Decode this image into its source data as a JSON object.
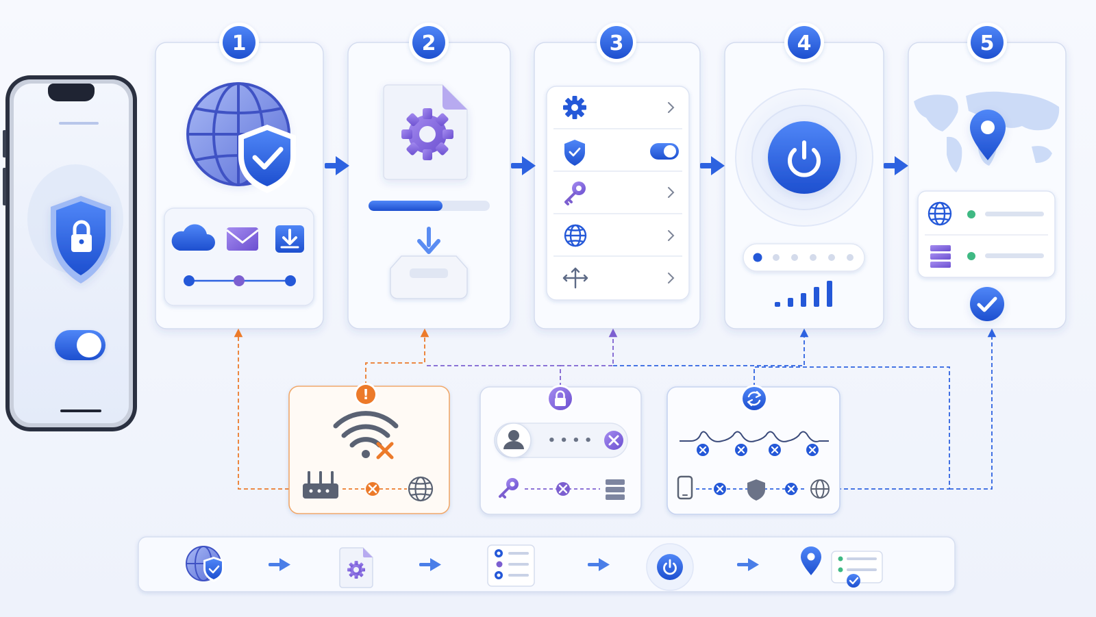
{
  "steps": [
    {
      "number": "1",
      "name": "secure-connection"
    },
    {
      "number": "2",
      "name": "install-profile"
    },
    {
      "number": "3",
      "name": "configure-settings"
    },
    {
      "number": "4",
      "name": "connect"
    },
    {
      "number": "5",
      "name": "location-verified"
    }
  ],
  "issue_badges": {
    "warning": "!"
  },
  "password_mask": "• • • •",
  "colors": {
    "primary_blue": "#2458d8",
    "accent_purple": "#7c5fd0",
    "warning_orange": "#ec7a2a",
    "success_green": "#3fb983",
    "arrow_blue": "#2d62e0"
  },
  "icons": [
    "phone-icon",
    "shield-lock-icon",
    "toggle-icon",
    "globe-shield-icon",
    "cloud-icon",
    "mail-icon",
    "download-icon",
    "document-gear-icon",
    "install-tray-icon",
    "gear-icon",
    "shield-check-icon",
    "key-icon",
    "globe-icon",
    "split-route-icon",
    "power-icon",
    "signal-bars-icon",
    "location-pin-icon",
    "server-icon",
    "check-circle-icon",
    "wifi-off-icon",
    "router-icon",
    "padlock-icon",
    "user-icon",
    "sync-icon",
    "chevron-right-icon"
  ]
}
